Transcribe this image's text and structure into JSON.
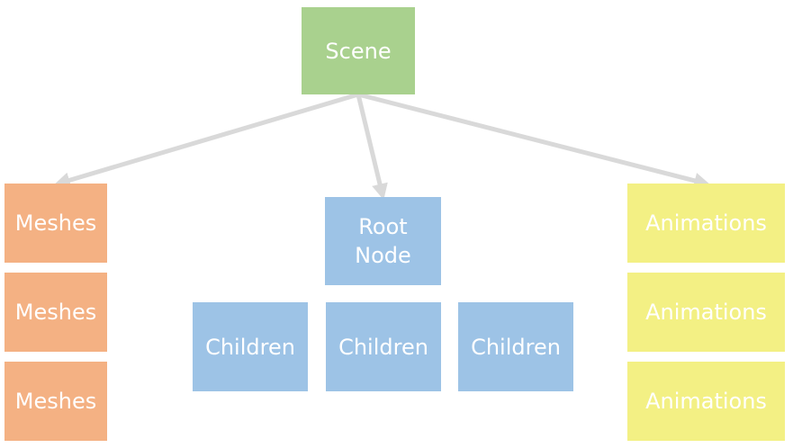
{
  "colors": {
    "scene": "#a9d18e",
    "node": "#9dc3e6",
    "meshes": "#f4b183",
    "animations": "#f3f084",
    "arrow": "#d9d9d9"
  },
  "scene": {
    "label": "Scene"
  },
  "root_node": {
    "label": "Root\nNode"
  },
  "children": [
    {
      "label": "Children"
    },
    {
      "label": "Children"
    },
    {
      "label": "Children"
    }
  ],
  "meshes": [
    {
      "label": "Meshes"
    },
    {
      "label": "Meshes"
    },
    {
      "label": "Meshes"
    }
  ],
  "animations": [
    {
      "label": "Animations"
    },
    {
      "label": "Animations"
    },
    {
      "label": "Animations"
    }
  ]
}
